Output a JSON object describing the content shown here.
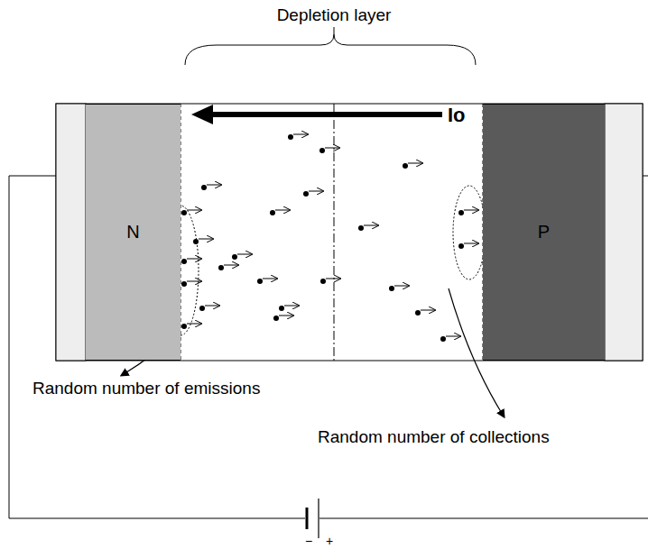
{
  "diagram": {
    "nodes": [
      {
        "text": [
          "N"
        ]
      },
      {
        "text": [
          "P"
        ]
      }
    ],
    "labels": [
      "Depletion layer",
      "Io",
      "Random number of emissions",
      "Random number of collections",
      "−",
      "+"
    ]
  }
}
